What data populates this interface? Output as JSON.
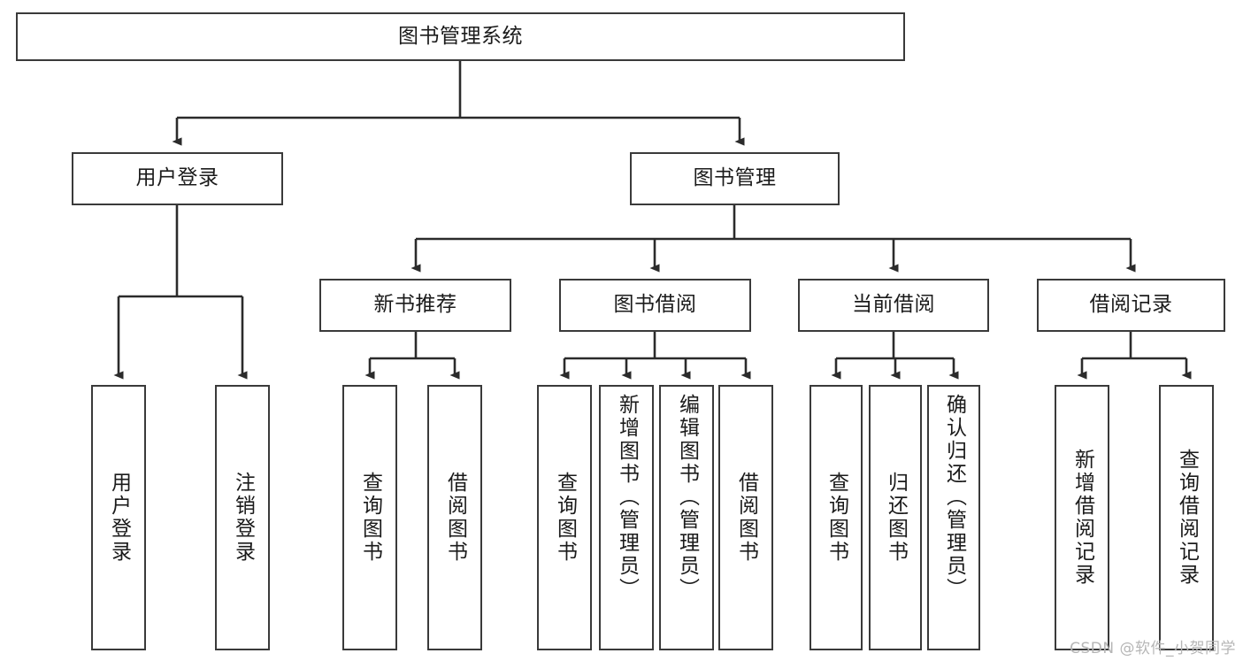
{
  "diagram": {
    "title": "图书管理系统",
    "type": "hierarchy-tree",
    "colors": {
      "box_border": "#3a3a3a",
      "box_fill": "#ffffff",
      "connector": "#2b2b2b",
      "background": "#ffffff",
      "watermark": "#b6b6b6"
    },
    "nodes": {
      "root": {
        "label": "图书管理系统"
      },
      "level1": [
        {
          "id": "user-login",
          "label": "用户登录"
        },
        {
          "id": "book-management",
          "label": "图书管理"
        }
      ],
      "level2": [
        {
          "id": "new-book-recommend",
          "label": "新书推荐"
        },
        {
          "id": "book-borrow",
          "label": "图书借阅"
        },
        {
          "id": "current-borrow",
          "label": "当前借阅"
        },
        {
          "id": "borrow-record",
          "label": "借阅记录"
        }
      ],
      "leaves": {
        "user-login": [
          {
            "id": "leaf-user-login",
            "label": "用户登录"
          },
          {
            "id": "leaf-logout",
            "label": "注销登录"
          }
        ],
        "new-book-recommend": [
          {
            "id": "leaf-query-book-1",
            "label": "查询图书"
          },
          {
            "id": "leaf-borrow-book-1",
            "label": "借阅图书"
          }
        ],
        "book-borrow": [
          {
            "id": "leaf-query-book-2",
            "label": "查询图书"
          },
          {
            "id": "leaf-add-book",
            "label": "新增图书（管理员）"
          },
          {
            "id": "leaf-edit-book",
            "label": "编辑图书（管理员）"
          },
          {
            "id": "leaf-borrow-book-2",
            "label": "借阅图书"
          }
        ],
        "current-borrow": [
          {
            "id": "leaf-query-book-3",
            "label": "查询图书"
          },
          {
            "id": "leaf-return-book",
            "label": "归还图书"
          },
          {
            "id": "leaf-confirm-return",
            "label": "确认归还（管理员）"
          }
        ],
        "borrow-record": [
          {
            "id": "leaf-add-record",
            "label": "新增借阅记录"
          },
          {
            "id": "leaf-query-record",
            "label": "查询借阅记录"
          }
        ]
      }
    },
    "watermark": "CSDN @软件_小贺同学"
  }
}
